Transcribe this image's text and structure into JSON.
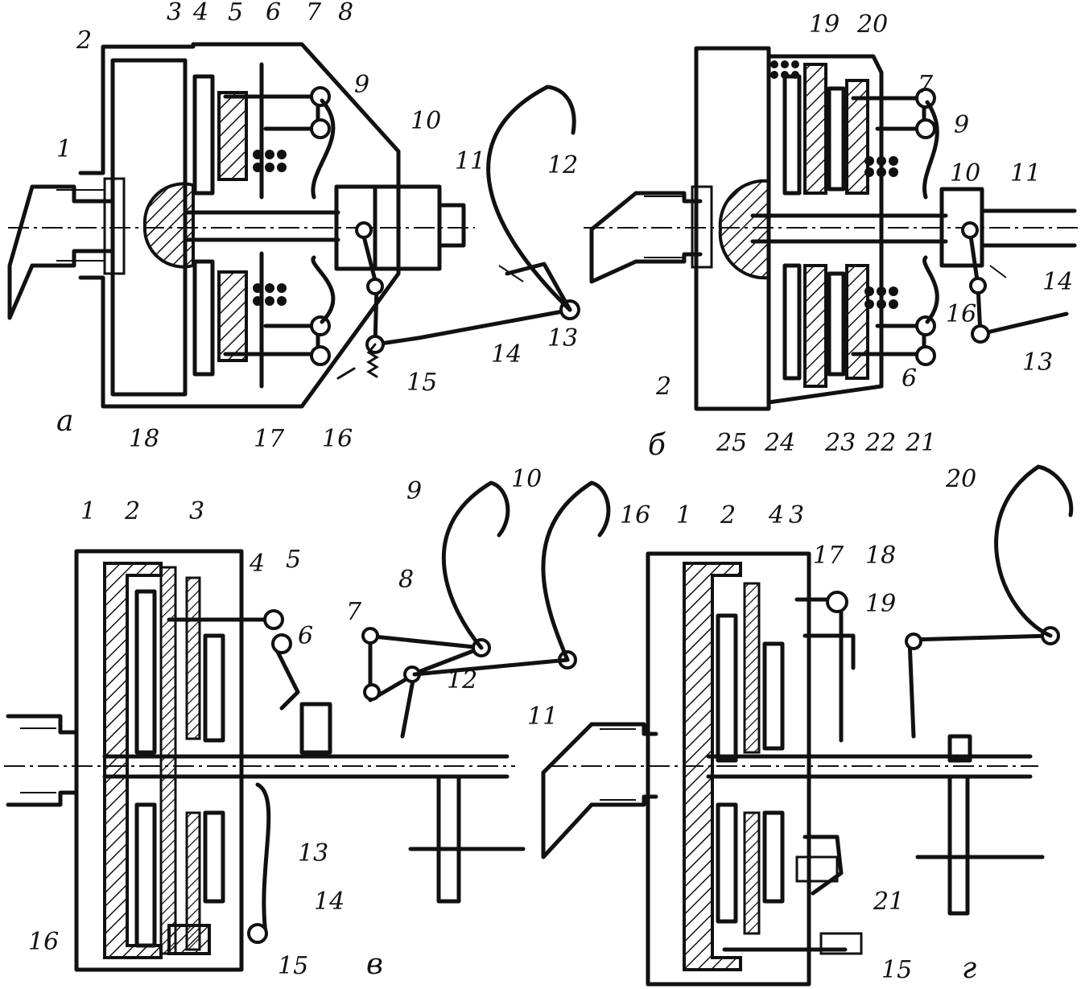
{
  "panels": {
    "a": {
      "sublabel": "а",
      "callouts": [
        "1",
        "2",
        "3",
        "4",
        "5",
        "6",
        "7",
        "8",
        "9",
        "10",
        "11",
        "12",
        "13",
        "14",
        "15",
        "16",
        "17",
        "18"
      ]
    },
    "b": {
      "sublabel": "б",
      "callouts": [
        "19",
        "20",
        "7",
        "9",
        "10",
        "11",
        "14",
        "16",
        "13",
        "6",
        "21",
        "22",
        "23",
        "24",
        "25",
        "2"
      ]
    },
    "c": {
      "sublabel": "в",
      "callouts": [
        "1",
        "2",
        "3",
        "4",
        "5",
        "6",
        "7",
        "8",
        "9",
        "10",
        "11",
        "12",
        "13",
        "14",
        "15",
        "16"
      ]
    },
    "d": {
      "sublabel": "г",
      "callouts": [
        "16",
        "1",
        "2",
        "4",
        "3",
        "17",
        "18",
        "19",
        "20",
        "21",
        "15"
      ]
    }
  }
}
